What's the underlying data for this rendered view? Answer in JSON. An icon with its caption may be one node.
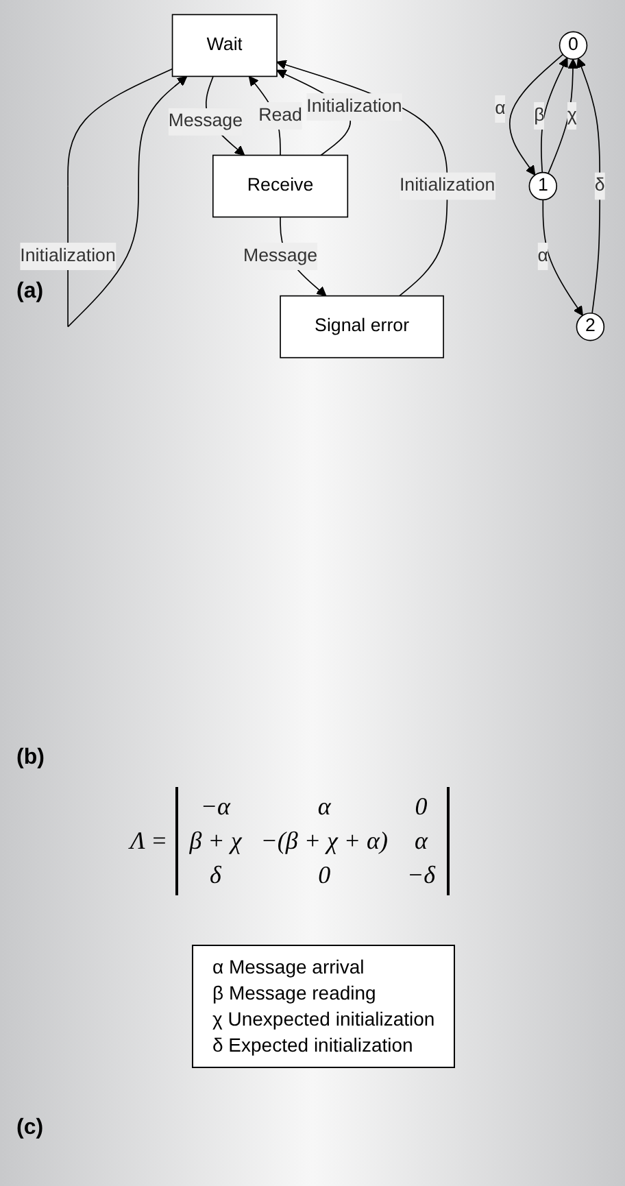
{
  "diagram": {
    "nodes": [
      {
        "text": [
          "Wait"
        ]
      },
      {
        "text": [
          "Receive"
        ]
      },
      {
        "text": [
          "Signal error"
        ]
      },
      {
        "text": [
          "0"
        ]
      },
      {
        "text": [
          "1"
        ]
      },
      {
        "text": [
          "2"
        ]
      }
    ],
    "edges": [
      {
        "from": 0,
        "to": 0,
        "label": "Initialization",
        "arrow": "to"
      },
      {
        "from": 0,
        "to": 1,
        "label": "Message",
        "arrow": "to"
      },
      {
        "from": 1,
        "to": 0,
        "label": "Read",
        "arrow": "to"
      },
      {
        "from": 1,
        "to": 0,
        "label": "Initialization",
        "arrow": "to"
      },
      {
        "from": 1,
        "to": 2,
        "label": "Message",
        "arrow": "to"
      },
      {
        "from": 2,
        "to": 0,
        "label": "Initialization",
        "arrow": "to"
      },
      {
        "from": 3,
        "to": 4,
        "label": "α",
        "arrow": "to"
      },
      {
        "from": 4,
        "to": 3,
        "label": "β",
        "arrow": "to"
      },
      {
        "from": 4,
        "to": 3,
        "label": "χ",
        "arrow": "to"
      },
      {
        "from": 4,
        "to": 5,
        "label": "α",
        "arrow": "to"
      },
      {
        "from": 5,
        "to": 3,
        "label": "δ",
        "arrow": "to"
      }
    ],
    "labels": [
      "(a)",
      "(b)",
      "Λ =",
      "−α",
      "α",
      "0",
      "β + χ",
      "−(β + χ + α)",
      "α",
      "δ",
      "0",
      "−δ",
      "(c)"
    ],
    "legend": [
      {
        "text": "α Message arrival"
      },
      {
        "text": "β Message reading"
      },
      {
        "text": "χ Unexpected initialization"
      },
      {
        "text": "δ Expected initialization"
      }
    ]
  }
}
